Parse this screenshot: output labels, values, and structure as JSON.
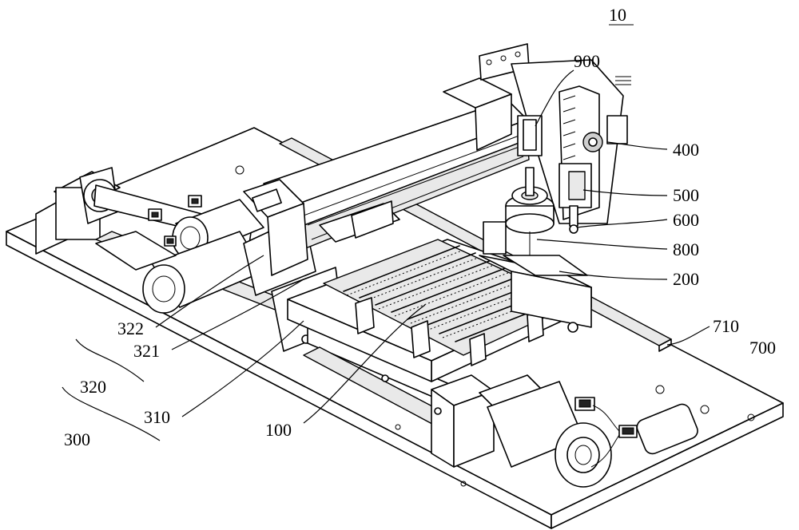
{
  "figure": {
    "figure_number": "10",
    "labels": {
      "l900": "900",
      "l400": "400",
      "l500": "500",
      "l600": "600",
      "l800": "800",
      "l200": "200",
      "l710": "710",
      "l700": "700",
      "l322": "322",
      "l321": "321",
      "l320": "320",
      "l310": "310",
      "l300": "300",
      "l100": "100"
    }
  }
}
